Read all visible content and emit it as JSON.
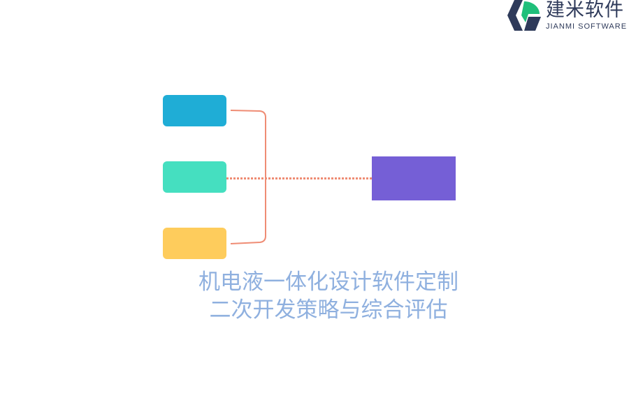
{
  "logo": {
    "name_cn": "建米软件",
    "name_en": "JIANMI SOFTWARE",
    "colors": {
      "dark": "#2e3a5a",
      "green": "#1fbf7a"
    }
  },
  "diagram": {
    "source_boxes": [
      {
        "color": "#1fadd6"
      },
      {
        "color": "#45dfc0"
      },
      {
        "color": "#fecc5c"
      }
    ],
    "target_box": {
      "color": "#755fd6"
    },
    "connector_color": "#ef8c74"
  },
  "caption": {
    "line1": "机电液一体化设计软件定制",
    "line2": "二次开发策略与综合评估",
    "color": "#8fb0df"
  }
}
